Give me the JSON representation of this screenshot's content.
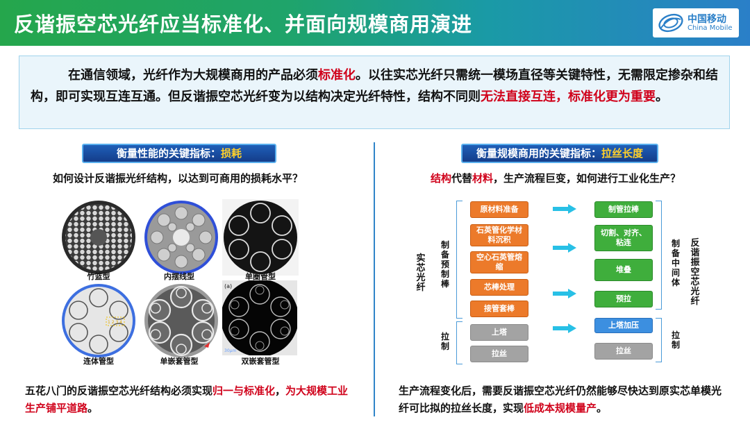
{
  "header": {
    "title": "反谐振空芯光纤应当标准化、并面向规模商用演进"
  },
  "logo": {
    "cn": "中国移动",
    "en": "China Mobile"
  },
  "intro": {
    "p1": "在通信领域，光纤作为大规模商用的产品必须",
    "p1_red": "标准化",
    "p2": "。以往实芯光纤只需统一模场直径等关键特性，无需限定掺杂和结构，即可实现互连互通。但反谐振空芯光纤变为以结构决定光纤特性，结构不同则",
    "p2_red": "无法直接互连，标准化更为重要",
    "p3": "。"
  },
  "left": {
    "pill_label": "衡量性能的关键指标：",
    "pill_hl": "损耗",
    "question": "如何设计反谐振光纤结构，以达到可商用的损耗水平？",
    "fibers": [
      {
        "name": "竹篮型"
      },
      {
        "name": "内摆线型"
      },
      {
        "name": "单圈管型"
      },
      {
        "name": "连体管型"
      },
      {
        "name": "单嵌套管型"
      },
      {
        "name": "双嵌套管型"
      }
    ],
    "img_tag": "(a)",
    "scale": "30μm",
    "inset": "1 2 3 4",
    "footer_1": "五花八门的反谐振空芯光纤结构必须实现",
    "footer_red1": "归一与标准化",
    "footer_2": "，",
    "footer_red2": "为大规模工业生产铺平道路",
    "footer_3": "。"
  },
  "right": {
    "pill_label": "衡量规模商用的关键指标：",
    "pill_hl": "拉丝长度",
    "q_red1": "结构",
    "q_1": "代替",
    "q_red2": "材料",
    "q_2": "，生产流程巨变，如何进行工业化生产？",
    "left_title": "实芯光纤",
    "left_prep": "制备预制棒",
    "left_draw": "拉制",
    "right_title": "反谐振空芯光纤",
    "right_prep": "制备中间体",
    "right_draw": "拉制",
    "left_steps": [
      "原材料准备",
      "石英管化学材料沉积",
      "空心石英管熔缩",
      "芯棒处理",
      "接管套棒"
    ],
    "left_draw_steps": [
      "上塔",
      "拉丝"
    ],
    "right_steps": [
      "制管拉棒",
      "切割、对齐、粘连",
      "堆叠",
      "预拉"
    ],
    "right_draw_steps": [
      "上塔加压",
      "拉丝"
    ],
    "footer_1": "生产流程变化后，需要反谐振空芯光纤仍然能够尽快达到原实芯单模光纤可比拟的拉丝长度，实现",
    "footer_red": "低成本规模量产",
    "footer_2": "。"
  },
  "colors": {
    "red": "#d0021b",
    "orange": "#ec7a2a",
    "green": "#3fae3c",
    "blue": "#3c8fe0",
    "gray": "#a3a3a3",
    "navy": "#143d8a",
    "highlight": "#ffd02a"
  }
}
